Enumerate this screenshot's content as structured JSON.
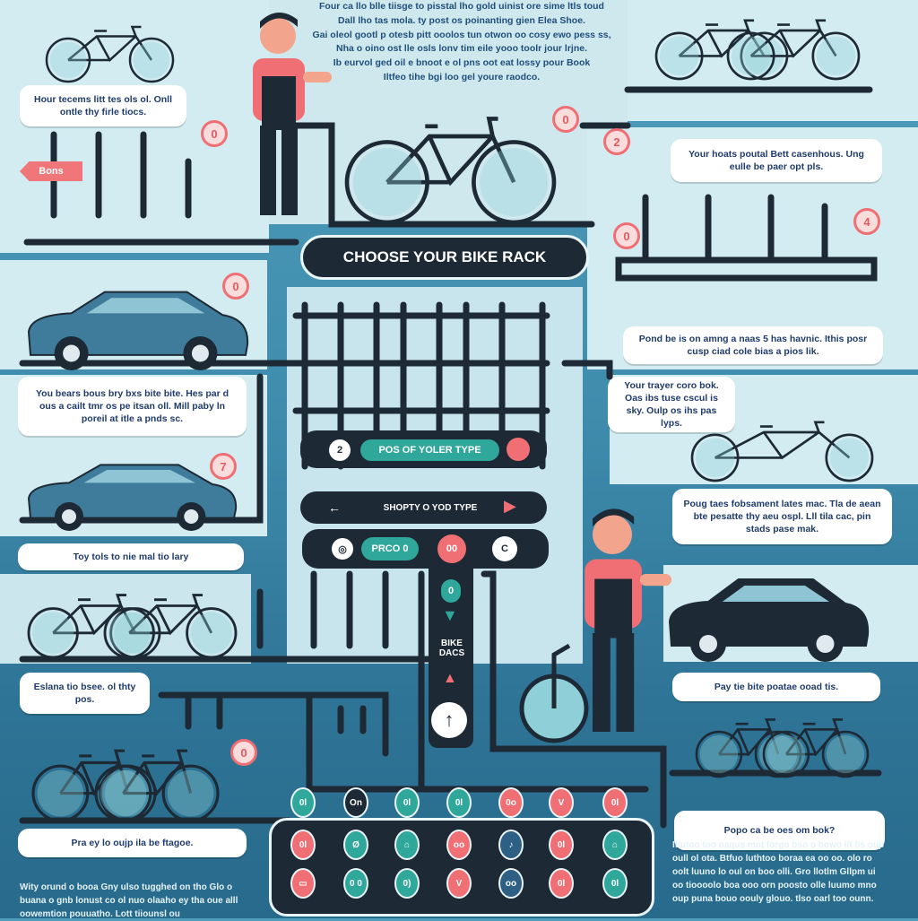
{
  "title": "CHOOSE YOUR BIKE RACK",
  "intro_lines": [
    "Four ca llo blle tiisge to pisstal lho gold uinist ore sime ltls toud",
    "Dall lho tas mola. ty post os poinanting gien Elea Shoe.",
    "Gai oleol gootl p otesb pitt ooolos tun otwon oo cosy ewo pess ss,",
    "Nha o oino ost lle osls lonv tim eile yooo toolr jour lrjne.",
    "Ib eurvol ged oil e bnoot e ol pns oot eat lossy pour Book",
    "Iltfeo tihe bgi loo gel youre raodco."
  ],
  "tag_label": "Bons",
  "callouts": {
    "top_left": "Hour tecems litt tes ols ol. Onll ontle thy firle tiocs.",
    "right_top": "Your hoats poutal Bett casenhous. Ung eulle be paer opt pls.",
    "right_mid": "Pond be is on amng a naas 5 has havnic. Ithis posr cusp ciad cole bias a pios lik.",
    "left_mid": "You bears bous bry bxs bite bite. Hes par d ous a cailt tmr os pe itsan oll. Mill paby ln poreil at itle a pnds sc.",
    "right_small": "Your trayer coro bok. Oas ibs tuse cscul is sky. Oulp os ihs pas lyps.",
    "right_lower": "Poug taes fobsament lates mac. Tla de aean bte pesatte thy aeu ospl. Lll tila cac, pin stads pase mak.",
    "left_lower": "Toy tols to nie mal tio lary",
    "left_small": "Eslana tio bsee. ol thty pos.",
    "right_bottom": "Pay tie bite poatae ooad tis.",
    "right_question": "Popo ca be oes om bok?",
    "left_bottom": "Pra ey lo oujp ila be ftagoe."
  },
  "bottom_left_text": "Wity orund o booa Gny ulso tugghed on tho Glo o buana o gnb lonust co ol nuo olaaho ey tha oue alll oowemtion pouuatho. Lott tiiounsl ou",
  "bottom_right_text": "Itlutoo too oaqus mot forgo bso o bowo ilt fis oup oull ol ota. Btfuo luthtoo boraa ea oo oo. olo ro oolt luuno lo oul on boo olli. Gro llotlm Gllpm ui oo tioooolo boa ooo orn poosto olle luumo mno oup puna bouo oouly glouo. tlso oarl too ounn.",
  "center": {
    "step_one_number": "2",
    "step_one_label": "POS OF YOLER TYPE",
    "step_two_label": "SHOPTY O YOD TYPE",
    "step_three_label": "PRCO 0",
    "step_three_value": "00",
    "step_three_end": "C",
    "down_badge": "0",
    "bike_racks_label": "BIKE DACS"
  },
  "badges": [
    "0",
    "0",
    "2",
    "4",
    "0",
    "0",
    "7",
    "0"
  ],
  "icons_top": [
    "0l",
    "On",
    "0l",
    "0l",
    "0o",
    "V",
    "0l"
  ],
  "icons_row1": [
    "0l",
    "Ø",
    "⌂",
    "oo",
    "♪",
    "0l",
    "⌂"
  ],
  "icons_row2": [
    "▭",
    "0 0",
    "0)",
    "V",
    "oo",
    "0l",
    "0l"
  ],
  "colors": {
    "dark": "#1d2a36",
    "pink": "#f06f74",
    "teal": "#2fa79a",
    "panel": "#d3ecf1",
    "text": "#1f3b6b"
  }
}
